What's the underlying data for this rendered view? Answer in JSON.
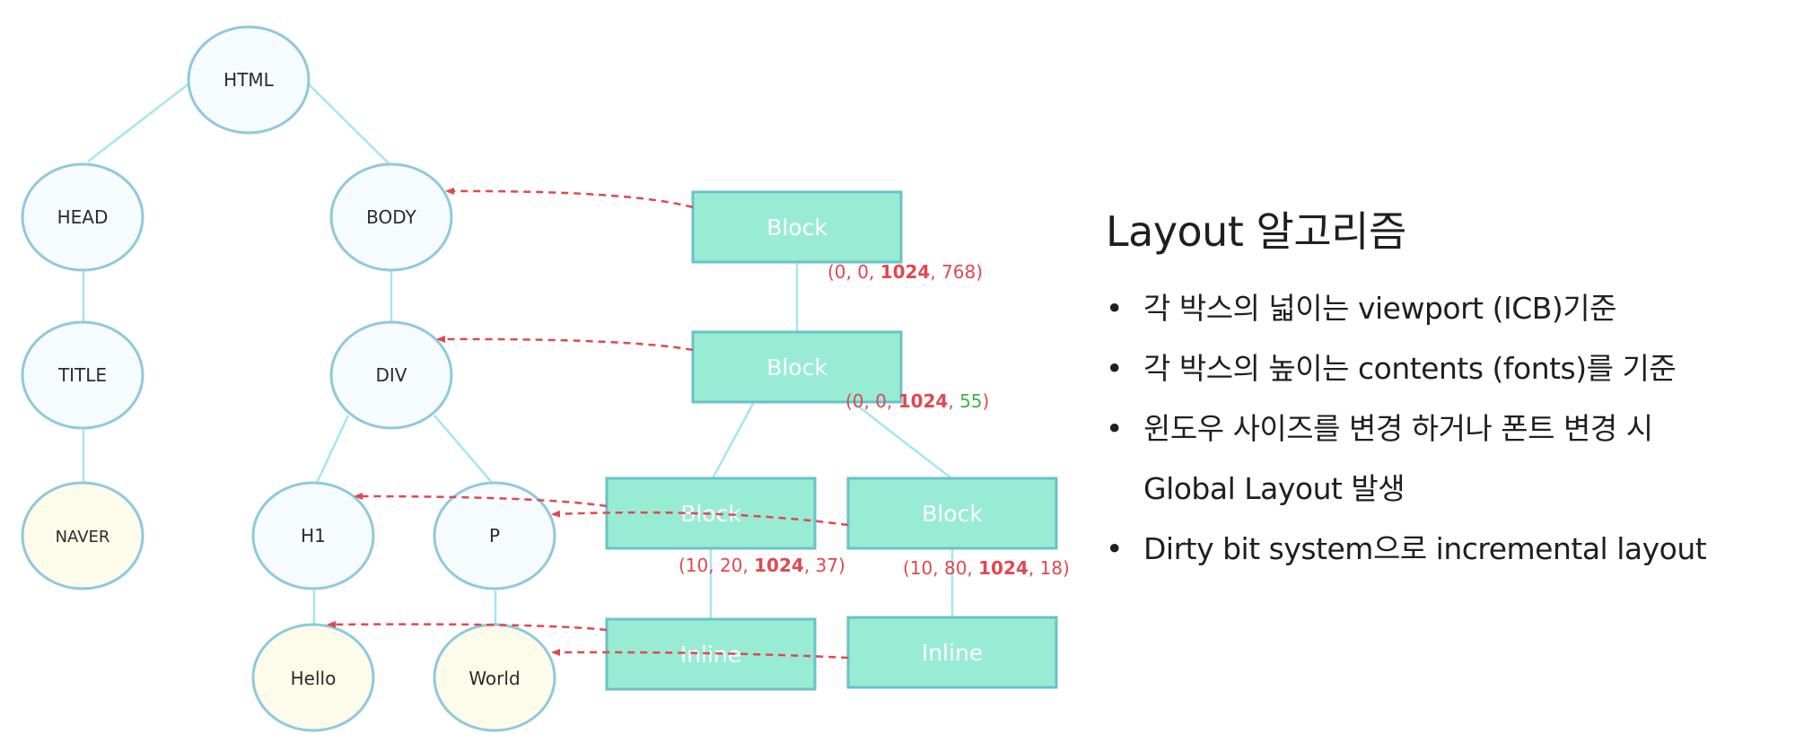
{
  "diagram": {
    "dom_nodes": {
      "html": "HTML",
      "head": "HEAD",
      "body": "BODY",
      "title": "TITLE",
      "div": "DIV",
      "naver": "NAVER",
      "h1": "H1",
      "p": "P",
      "hello": "Hello",
      "world": "World"
    },
    "layout_boxes": {
      "block_root": "Block",
      "block_div": "Block",
      "block_h1": "Block",
      "block_p": "Block",
      "inline_h1": "Inline",
      "inline_p": "Inline"
    },
    "coords": {
      "root": {
        "a": "(0, 0, ",
        "w": "1024",
        "b": ", 768)"
      },
      "div": {
        "a": "(0, 0, ",
        "w": "1024",
        "b": ", ",
        "h": "55",
        "c": ")"
      },
      "h1": {
        "a": "(10, 20, ",
        "w": "1024",
        "b": ", 37)"
      },
      "p": {
        "a": "(10, 80, ",
        "w": "1024",
        "b": ", 18)"
      }
    },
    "colors": {
      "circle_fill": "#f6fbfd",
      "leaf_fill": "#fdfbea",
      "circle_stroke": "#8fc9dd",
      "box_fill": "#99ecd4",
      "box_stroke": "#69c2c9",
      "tree_line": "#a5e6f0",
      "arrow": "#e0484f",
      "coord_green": "#46b04a"
    }
  },
  "panel": {
    "title": "Layout 알고리즘",
    "bullets": [
      {
        "text": "각 박스의 넓이는 viewport (ICB)기준"
      },
      {
        "text": "각 박스의 높이는 contents (fonts)를 기준"
      },
      {
        "text": "윈도우 사이즈를 변경 하거나 폰트 변경 시",
        "cont": "Global Layout 발생"
      },
      {
        "text": "Dirty bit system으로 incremental layout"
      }
    ]
  }
}
